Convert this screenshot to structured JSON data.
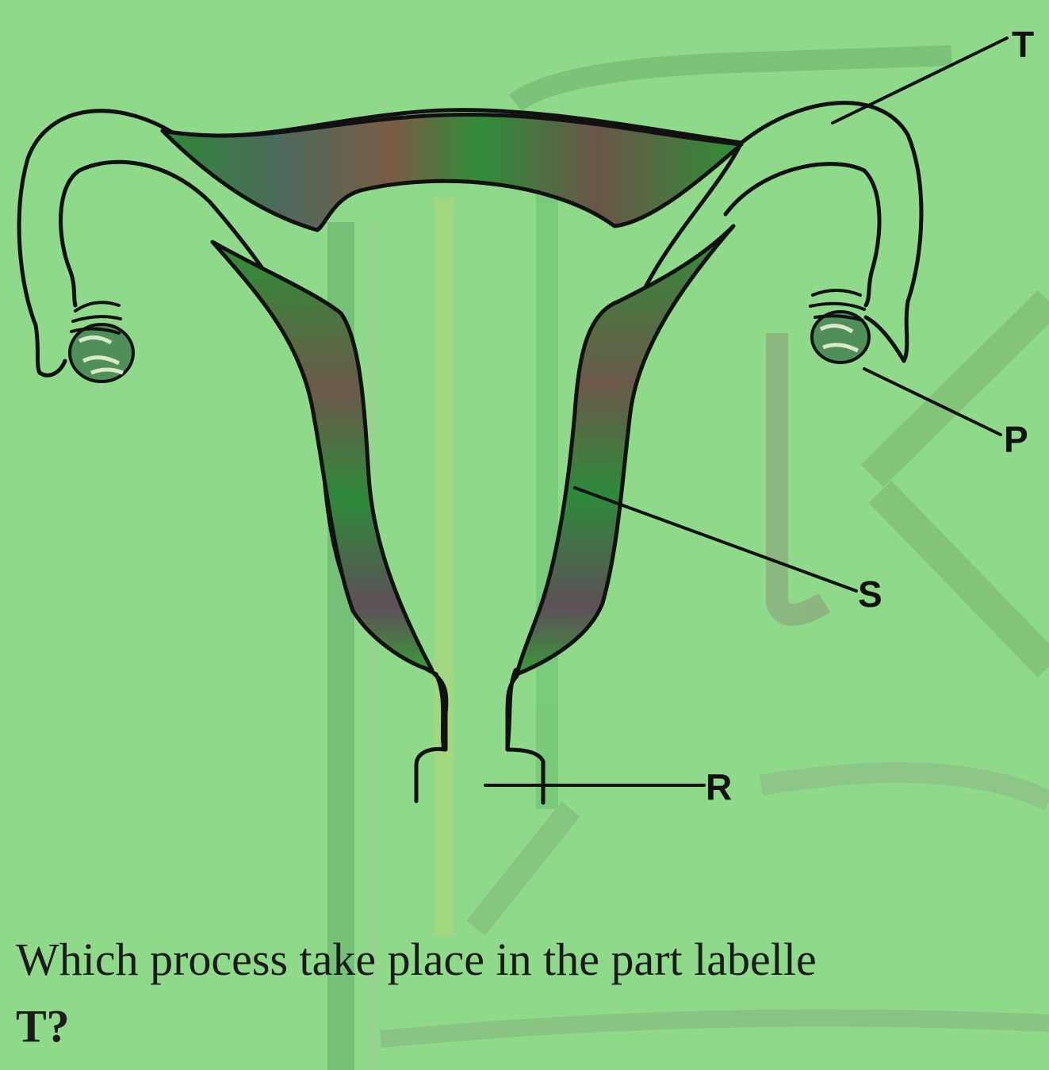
{
  "diagram": {
    "labels": {
      "T": "T",
      "P": "P",
      "S": "S",
      "R": "R"
    }
  },
  "question": {
    "line1": "Which process take place in the part labelle",
    "line2": "T?"
  },
  "colors": {
    "page_background": "#8fd98a",
    "tissue_fill": "#3a9e3a",
    "outline": "#111111"
  }
}
